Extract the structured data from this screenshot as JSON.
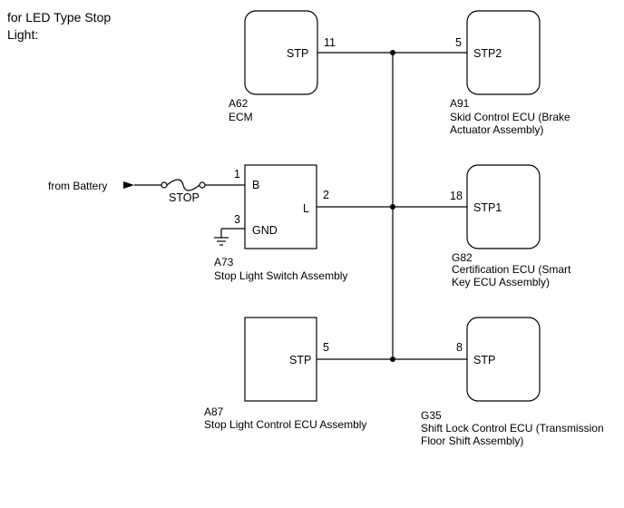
{
  "title_lines": [
    "for LED Type Stop",
    "Light:"
  ],
  "source": {
    "label": "from Battery",
    "fuse": "STOP"
  },
  "components": {
    "ecm": {
      "code": "A62",
      "name_lines": [
        "ECM"
      ],
      "terminal": "STP",
      "pin": "11"
    },
    "skid": {
      "code": "A91",
      "name_lines": [
        "Skid Control ECU (Brake",
        "Actuator Assembly)"
      ],
      "terminal": "STP2",
      "pin": "5"
    },
    "switch": {
      "code": "A73",
      "name_lines": [
        "Stop Light Switch Assembly"
      ],
      "terminals": {
        "b": "B",
        "gnd": "GND",
        "l": "L"
      },
      "pins": {
        "b": "1",
        "gnd": "3",
        "l": "2"
      }
    },
    "cert": {
      "code": "G82",
      "name_lines": [
        "Certification ECU (Smart",
        "Key ECU Assembly)"
      ],
      "terminal": "STP1",
      "pin": "18"
    },
    "slc": {
      "code": "A87",
      "name_lines": [
        "Stop Light Control ECU Assembly"
      ],
      "terminal": "STP",
      "pin": "5"
    },
    "shiftlock": {
      "code": "G35",
      "name_lines": [
        "Shift Lock Control ECU (Transmission",
        "Floor Shift Assembly)"
      ],
      "terminal": "STP",
      "pin": "8"
    }
  }
}
